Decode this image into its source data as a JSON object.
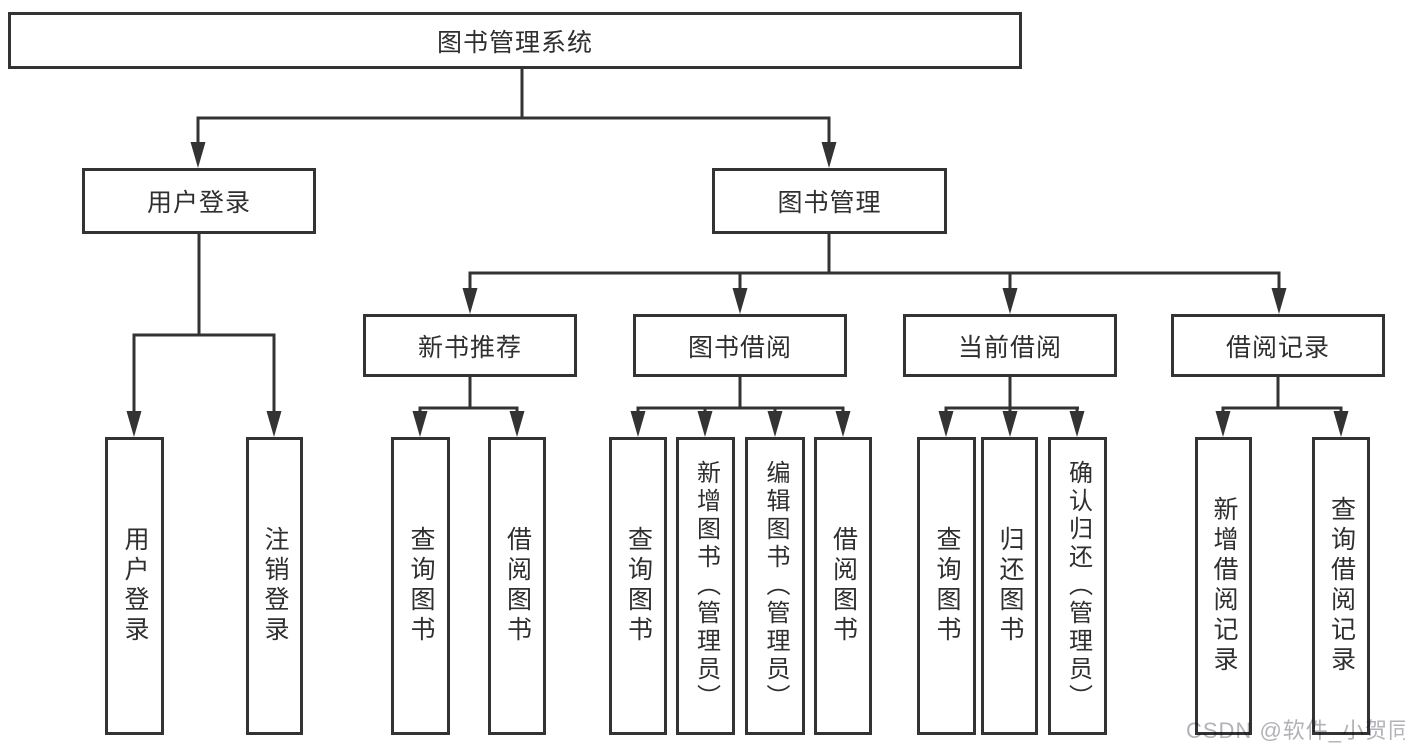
{
  "nodes": {
    "root": {
      "label": "图书管理系统"
    },
    "user_login": {
      "label": "用户登录",
      "children": [
        {
          "label": "用户登录"
        },
        {
          "label": "注销登录"
        }
      ]
    },
    "book_management": {
      "label": "图书管理",
      "sections": [
        {
          "label": "新书推荐",
          "children": [
            {
              "label": "查询图书"
            },
            {
              "label": "借阅图书"
            }
          ]
        },
        {
          "label": "图书借阅",
          "children": [
            {
              "label": "查询图书"
            },
            {
              "label": "新增图书（管理员）"
            },
            {
              "label": "编辑图书（管理员）"
            },
            {
              "label": "借阅图书"
            }
          ]
        },
        {
          "label": "当前借阅",
          "children": [
            {
              "label": "查询图书"
            },
            {
              "label": "归还图书"
            },
            {
              "label": "确认归还（管理员）"
            }
          ]
        },
        {
          "label": "借阅记录",
          "children": [
            {
              "label": "新增借阅记录"
            },
            {
              "label": "查询借阅记录"
            }
          ]
        }
      ]
    }
  },
  "watermark": {
    "text": "CSDN @软件_小贺同学"
  },
  "colors": {
    "line": "#333333",
    "border": "#333333",
    "text": "#2f2f2f",
    "watermark": "#b2b2b8",
    "background": "#ffffff"
  }
}
